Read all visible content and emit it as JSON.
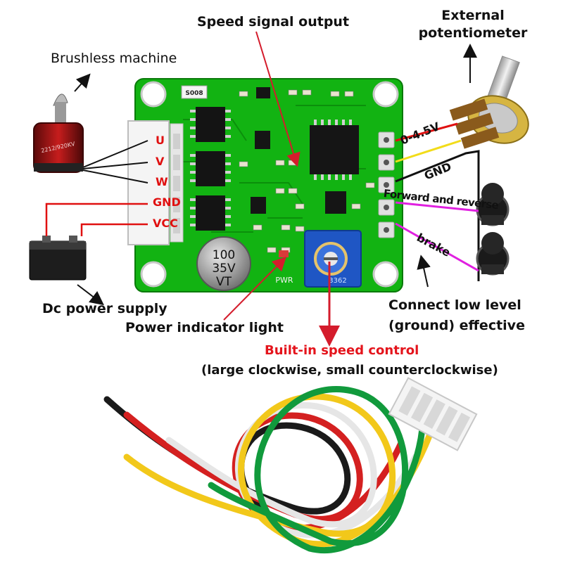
{
  "labels": {
    "speed_signal_output": "Speed signal output",
    "external_pot_line1": "External",
    "external_pot_line2": "potentiometer",
    "brushless_machine": "Brushless machine",
    "dc_power_supply": "Dc power supply",
    "power_indicator_light": "Power indicator light",
    "built_in_speed_control": "Built-in speed control",
    "speed_control_note": "(large clockwise, small counterclockwise)",
    "connect_low_line1": "Connect low level",
    "connect_low_line2": "(ground) effective"
  },
  "wire_labels": {
    "voltage_range": "0-4.5V",
    "gnd": "GND",
    "forward_reverse": "Forward and reverse",
    "brake": "brake"
  },
  "connector_pins": [
    "U",
    "V",
    "W",
    "GND",
    "VCC"
  ],
  "components": {
    "capacitor": [
      "100",
      "35V",
      "VT"
    ],
    "chip_marking": "S008",
    "pwr_marking": "PWR",
    "pot_marking": "3362",
    "motor_marking": "2212/920KV"
  },
  "colors": {
    "pcb": "#12b312",
    "pin_label": "#e01010",
    "accent_red": "#e4141c",
    "wire_magenta": "#e020e0",
    "wire_yellow": "#f2dc1a",
    "pot_blue": "#1f56c4"
  },
  "icons": [
    "brushless-motor-icon",
    "battery-icon",
    "potentiometer-icon",
    "push-button-icon",
    "wire-harness-icon"
  ]
}
